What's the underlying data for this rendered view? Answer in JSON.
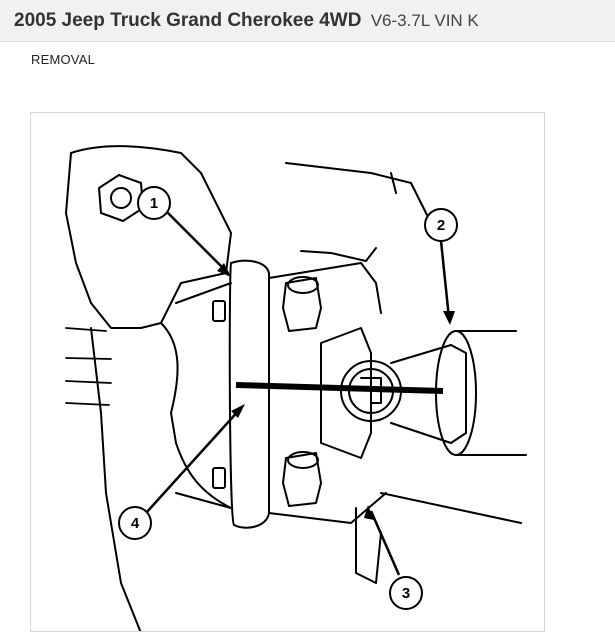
{
  "header": {
    "title": "2005 Jeep Truck Grand Cherokee 4WD",
    "subtitle": "V6-3.7L VIN K"
  },
  "section": {
    "label": "REMOVAL"
  },
  "figure": {
    "callouts": [
      "1",
      "2",
      "3",
      "4"
    ]
  }
}
